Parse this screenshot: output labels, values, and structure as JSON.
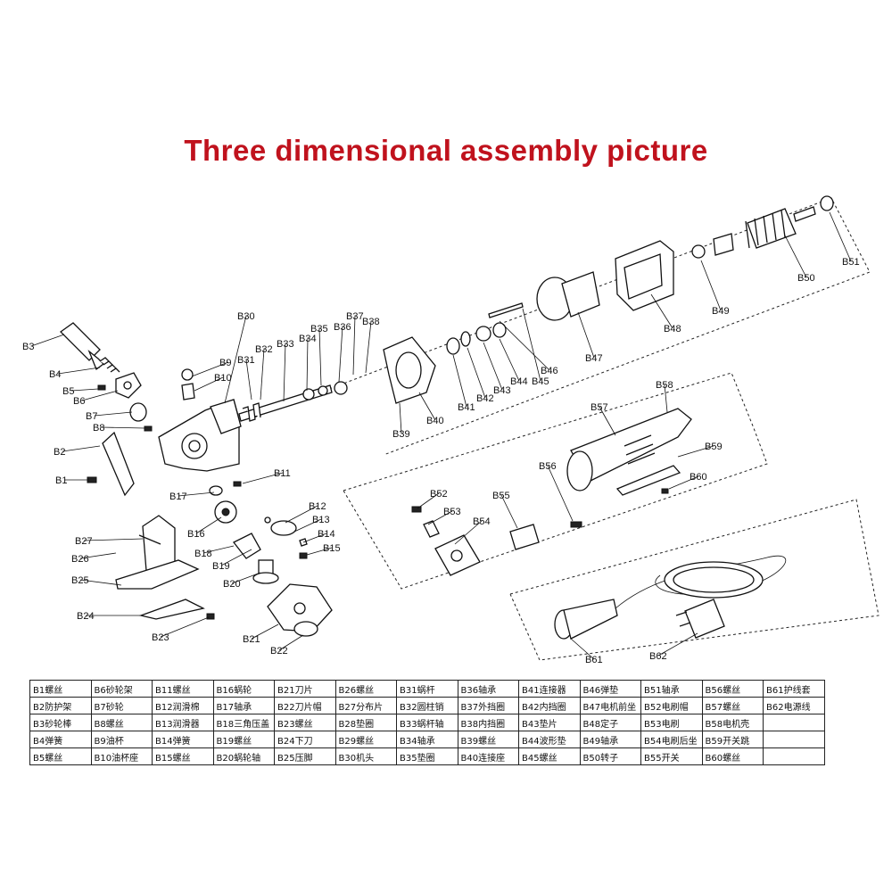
{
  "title": "Three dimensional assembly picture",
  "labels": {
    "B1": "B1",
    "B2": "B2",
    "B3": "B3",
    "B4": "B4",
    "B5": "B5",
    "B6": "B6",
    "B7": "B7",
    "B8": "B8",
    "B9": "B9",
    "B10": "B10",
    "B11": "B11",
    "B12": "B12",
    "B13": "B13",
    "B14": "B14",
    "B15": "B15",
    "B16": "B16",
    "B17": "B17",
    "B18": "B18",
    "B19": "B19",
    "B20": "B20",
    "B21": "B21",
    "B22": "B22",
    "B23": "B23",
    "B24": "B24",
    "B25": "B25",
    "B26": "B26",
    "B27": "B27",
    "B30": "B30",
    "B31": "B31",
    "B32": "B32",
    "B33": "B33",
    "B34": "B34",
    "B35": "B35",
    "B36": "B36",
    "B37": "B37",
    "B38": "B38",
    "B39": "B39",
    "B40": "B40",
    "B41": "B41",
    "B42": "B42",
    "B43": "B43",
    "B44": "B44",
    "B45": "B45",
    "B46": "B46",
    "B47": "B47",
    "B48": "B48",
    "B49": "B49",
    "B50": "B50",
    "B51": "B51",
    "B52": "B52",
    "B53": "B53",
    "B54": "B54",
    "B55": "B55",
    "B56": "B56",
    "B57": "B57",
    "B58": "B58",
    "B59": "B59",
    "B60": "B60",
    "B61": "B61",
    "B62": "B62"
  },
  "parts_table": [
    [
      "B1螺丝",
      "B6砂轮架",
      "B11螺丝",
      "B16蜗轮",
      "B21刀片",
      "B26螺丝",
      "B31蜗杆",
      "B36轴承",
      "B41连接器",
      "B46弹垫",
      "B51轴承",
      "B56螺丝",
      "B61护线套"
    ],
    [
      "B2防护架",
      "B7砂轮",
      "B12润滑棉",
      "B17轴承",
      "B22刀片帽",
      "B27分布片",
      "B32圆柱销",
      "B37外挡圈",
      "B42内挡圈",
      "B47电机前坐",
      "B52电刷帽",
      "B57螺丝",
      "B62电源线"
    ],
    [
      "B3砂轮棒",
      "B8螺丝",
      "B13润滑器",
      "B18三角压盖",
      "B23螺丝",
      "B28垫圈",
      "B33蜗杆轴",
      "B38内挡圈",
      "B43垫片",
      "B48定子",
      "B53电刷",
      "B58电机壳",
      ""
    ],
    [
      "B4弹簧",
      "B9油杯",
      "B14弹簧",
      "B19螺丝",
      "B24下刀",
      "B29螺丝",
      "B34轴承",
      "B39螺丝",
      "B44波形垫",
      "B49轴承",
      "B54电刷后坐",
      "B59开关跳",
      ""
    ],
    [
      "B5螺丝",
      "B10油杯座",
      "B15螺丝",
      "B20蜗轮轴",
      "B25压脚",
      "B30机头",
      "B35垫圈",
      "B40连接座",
      "B45螺丝",
      "B50转子",
      "B55开关",
      "B60螺丝",
      ""
    ]
  ]
}
